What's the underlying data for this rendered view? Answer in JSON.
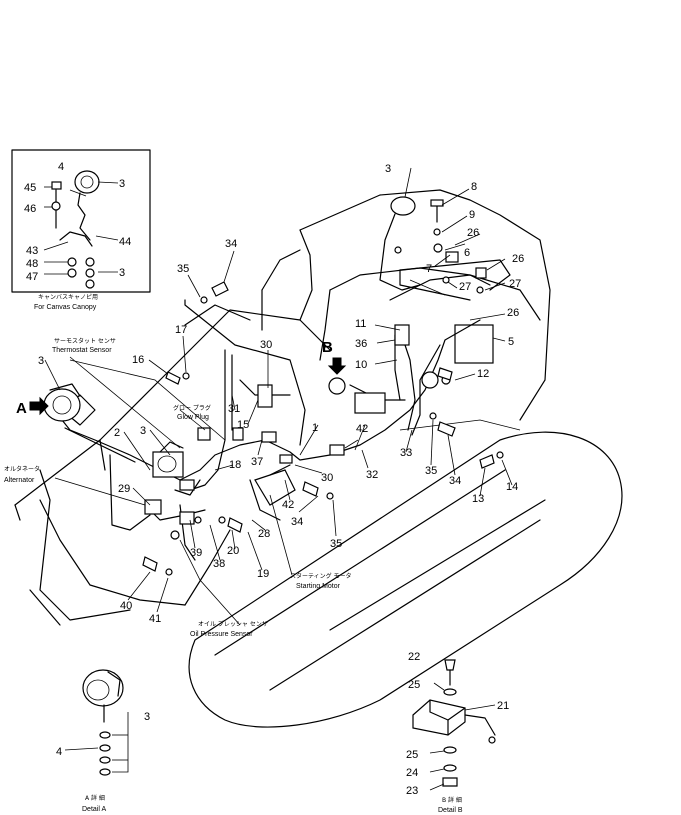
{
  "callouts": {
    "n1": "1",
    "n2": "2",
    "n3": "3",
    "n4": "4",
    "n5": "5",
    "n6": "6",
    "n7": "7",
    "n8": "8",
    "n9": "9",
    "n10": "10",
    "n11": "11",
    "n12": "12",
    "n13": "13",
    "n14": "14",
    "n15": "15",
    "n16": "16",
    "n17": "17",
    "n18": "18",
    "n19": "19",
    "n20": "20",
    "n21": "21",
    "n22": "22",
    "n23": "23",
    "n24": "24",
    "n25": "25",
    "n26": "26",
    "n27": "27",
    "n28": "28",
    "n29": "29",
    "n30": "30",
    "n31": "31",
    "n32": "32",
    "n33": "33",
    "n34": "34",
    "n35": "35",
    "n36": "36",
    "n37": "37",
    "n38": "38",
    "n39": "39",
    "n40": "40",
    "n41": "41",
    "n42": "42",
    "n43": "43",
    "n44": "44",
    "n45": "45",
    "n46": "46",
    "n47": "47",
    "n48": "48"
  },
  "views": {
    "A": "A",
    "B": "B"
  },
  "captions": {
    "canvas_canopy_jp": "キャンバスキャノピ用",
    "canvas_canopy_en": "For Canvas Canopy",
    "thermostat_jp": "サーモスタット センサ",
    "thermostat_en": "Thermostat Sensor",
    "glow_jp": "グロー プラグ",
    "glow_en": "Glow Plug",
    "alternator_jp": "オルタネータ",
    "alternator_en": "Alternator",
    "starting_jp": "スターティング モータ",
    "starting_en": "Starting Motor",
    "oil_jp": "オイル プレッシャ センサ",
    "oil_en": "Oil Pressure Sensor",
    "detail_a_jp": "A 詳 細",
    "detail_a_en": "Detail A",
    "detail_b_jp": "B 詳 細",
    "detail_b_en": "Detail B"
  }
}
